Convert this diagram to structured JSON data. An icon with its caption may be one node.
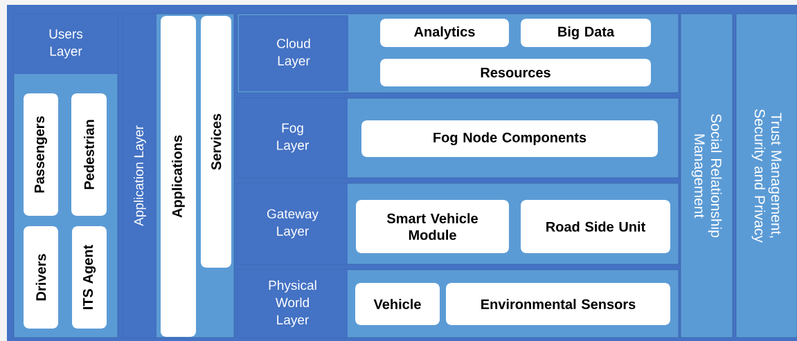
{
  "diagram": {
    "nodes": [
      {
        "text": [
          "Users Layer"
        ]
      },
      {
        "text": [
          "Passengers"
        ],
        "in": 0
      },
      {
        "text": [
          "Pedestrian"
        ],
        "in": 0
      },
      {
        "text": [
          "Drivers"
        ],
        "in": 0
      },
      {
        "text": [
          "ITS Agent"
        ],
        "in": 0
      },
      {
        "text": [
          "Application Layer"
        ]
      },
      {
        "text": [
          "Applications"
        ],
        "in": 5
      },
      {
        "text": [
          "Services"
        ],
        "in": 5
      },
      {
        "text": [
          "Cloud Layer"
        ]
      },
      {
        "text": [
          "Analytics"
        ],
        "in": 8
      },
      {
        "text": [
          "Big Data"
        ],
        "in": 8
      },
      {
        "text": [
          "Resources"
        ],
        "in": 8
      },
      {
        "text": [
          "Fog Layer"
        ]
      },
      {
        "text": [
          "Fog Node Components"
        ],
        "in": 12
      },
      {
        "text": [
          "Gateway Layer"
        ]
      },
      {
        "text": [
          "Smart Vehicle Module"
        ],
        "in": 14
      },
      {
        "text": [
          "Road Side Unit"
        ],
        "in": 14
      },
      {
        "text": [
          "Physical World Layer"
        ]
      },
      {
        "text": [
          "Vehicle"
        ],
        "in": 17
      },
      {
        "text": [
          "Environmental Sensors"
        ],
        "in": 17
      },
      {
        "text": [
          "Social Relationship Management"
        ]
      },
      {
        "text": [
          "Trust Management, Security and Privacy"
        ]
      }
    ]
  }
}
